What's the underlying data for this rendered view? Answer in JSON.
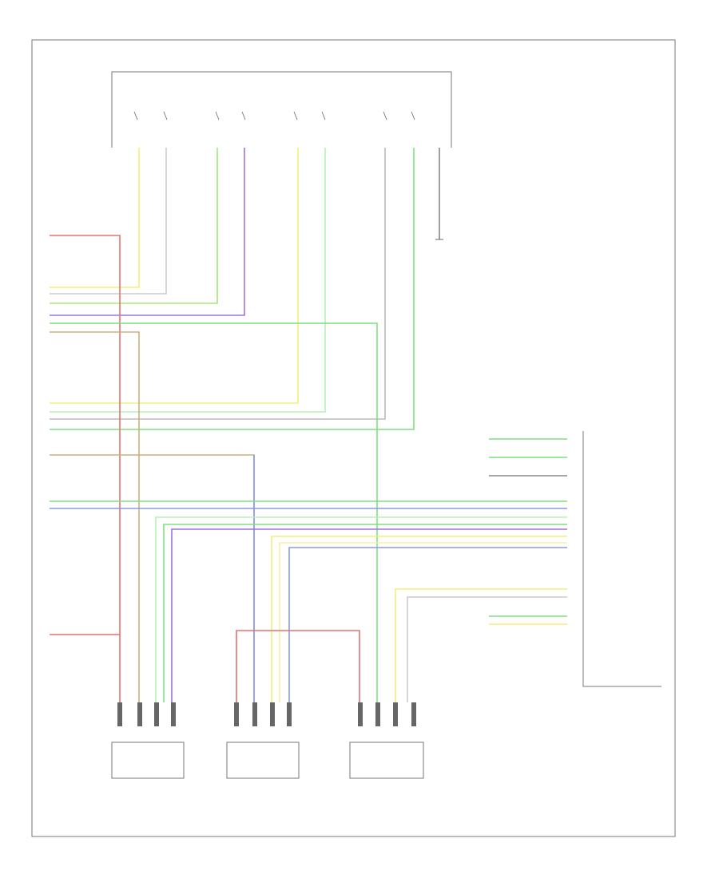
{
  "diagram": {
    "footer_id": "",
    "components": [
      {
        "id": "seat_switch",
        "title": "",
        "subtitle": ""
      },
      {
        "id": "memory_module",
        "title": "",
        "subtitle": ""
      },
      {
        "id": "ground_ref",
        "title": "",
        "subtitle": ""
      },
      {
        "id": "motor_left",
        "title": "",
        "subtitle": ""
      },
      {
        "id": "motor_center",
        "title": "",
        "subtitle": ""
      },
      {
        "id": "motor_right",
        "title": "",
        "subtitle": ""
      }
    ],
    "colors": {
      "red": "#e87070",
      "yellow": "#f2ef7a",
      "light_yellow": "#f5f1a6",
      "green": "#7fe07f",
      "light_green": "#b5f0b5",
      "purple": "#9b73e6",
      "blue": "#8a98f0",
      "tan": "#c9b27f",
      "gray": "#a8a8a8",
      "frame": "#777777"
    }
  }
}
